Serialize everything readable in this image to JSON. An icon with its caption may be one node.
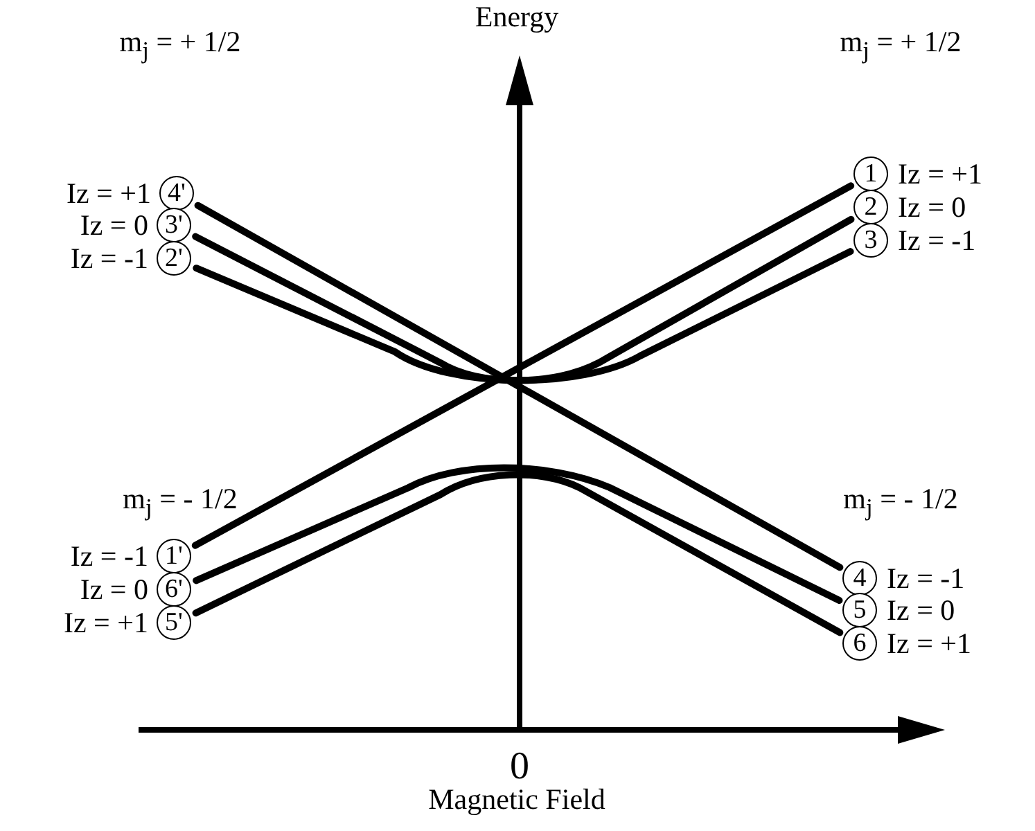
{
  "diagram": {
    "nodes": [
      {
        "text": [
          "4'"
        ],
        "beside": [
          "Iz = +1"
        ]
      },
      {
        "text": [
          "1"
        ],
        "beside": [
          "Iz = +1"
        ]
      },
      {
        "text": [
          "3'"
        ],
        "beside": [
          "Iz = 0"
        ]
      },
      {
        "text": [
          "2"
        ],
        "beside": [
          "Iz = 0"
        ]
      },
      {
        "text": [
          "2'"
        ],
        "beside": [
          "Iz = -1"
        ]
      },
      {
        "text": [
          "3"
        ],
        "beside": [
          "Iz = -1"
        ]
      },
      {
        "text": [
          "1'"
        ],
        "beside": [
          "Iz = -1"
        ]
      },
      {
        "text": [
          "4"
        ],
        "beside": [
          "Iz = -1"
        ]
      },
      {
        "text": [
          "6'"
        ],
        "beside": [
          "Iz = 0"
        ]
      },
      {
        "text": [
          "5"
        ],
        "beside": [
          "Iz = 0"
        ]
      },
      {
        "text": [
          "5'"
        ],
        "beside": [
          "Iz = +1"
        ]
      },
      {
        "text": [
          "6"
        ],
        "beside": [
          "Iz = +1"
        ]
      }
    ],
    "edges": [
      {
        "from": 0,
        "to": 7,
        "arrow": "none"
      },
      {
        "from": 6,
        "to": 1,
        "arrow": "none"
      },
      {
        "from": 2,
        "to": 3,
        "arrow": "none"
      },
      {
        "from": 4,
        "to": 5,
        "arrow": "none"
      },
      {
        "from": 8,
        "to": 9,
        "arrow": "none"
      },
      {
        "from": 10,
        "to": 11,
        "arrow": "none"
      }
    ],
    "labels": [
      "Energy",
      "m$_{j}$ = + 1/2",
      "m$_{j}$ = + 1/2",
      "m$_{j}$ = - 1/2",
      "m$_{j}$ = - 1/2",
      "0",
      "Magnetic Field"
    ]
  }
}
